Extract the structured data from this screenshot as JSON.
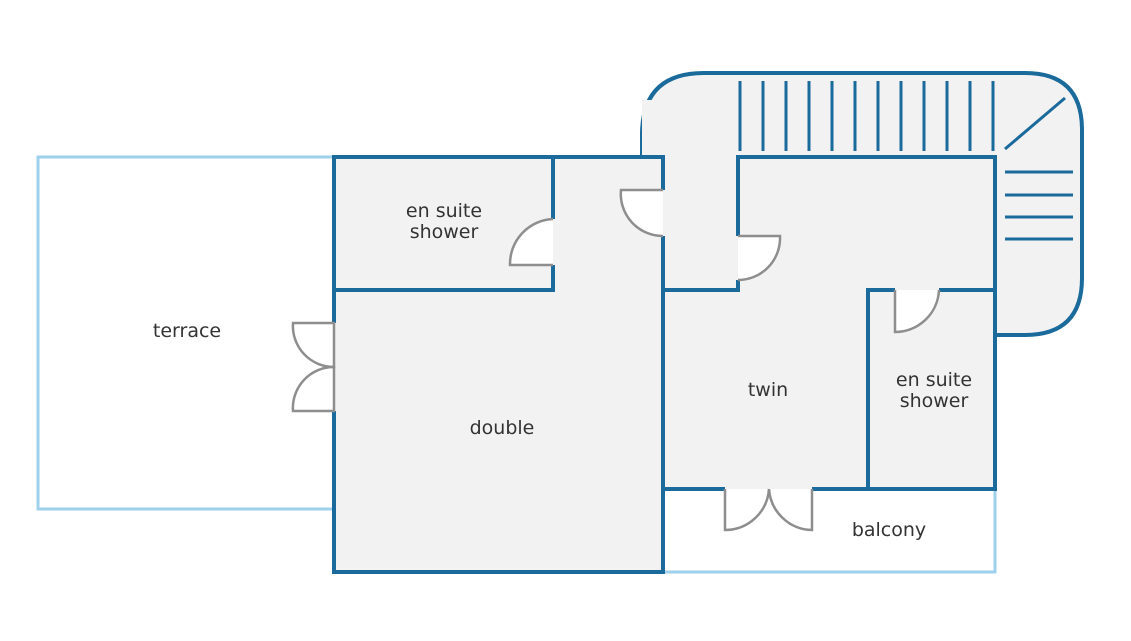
{
  "plan": {
    "colors": {
      "wall": "#1a6a9c",
      "outdoor_outline": "#9fd0ec",
      "room_fill": "#f3f2f2",
      "door": "#8e8e8e",
      "text": "#333333"
    },
    "rooms": {
      "terrace": "terrace",
      "en_suite_left_line1": "en suite",
      "en_suite_left_line2": "shower",
      "double": "double",
      "twin": "twin",
      "en_suite_right_line1": "en suite",
      "en_suite_right_line2": "shower",
      "balcony": "balcony"
    }
  }
}
